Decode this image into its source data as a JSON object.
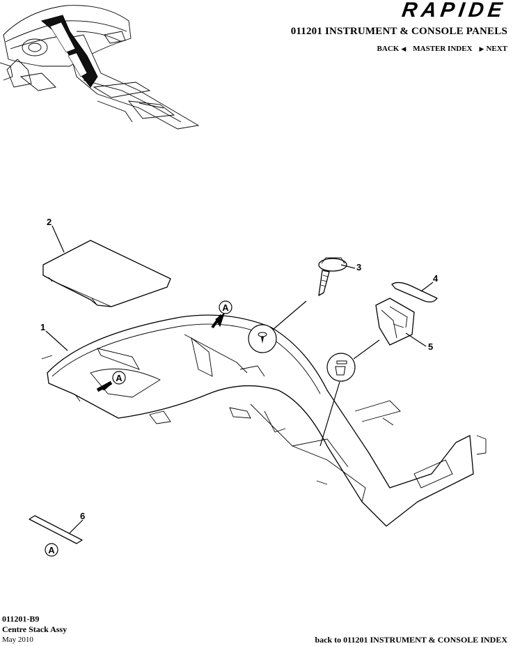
{
  "header": {
    "brand": "RAPIDE",
    "title": "011201 INSTRUMENT & CONSOLE PANELS",
    "nav": {
      "back": "BACK",
      "master_index": "MASTER INDEX",
      "next": "NEXT"
    }
  },
  "diagram": {
    "callouts": [
      "1",
      "2",
      "3",
      "4",
      "5",
      "6"
    ],
    "view_marker": "A"
  },
  "footer": {
    "ref_code": "011201-B9",
    "ref_name": "Centre Stack Assy",
    "date": "May 2010",
    "back_link": "back to 011201 INSTRUMENT & CONSOLE INDEX"
  }
}
